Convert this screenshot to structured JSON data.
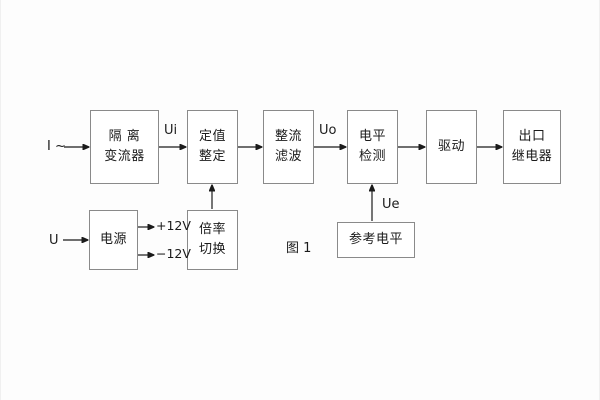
{
  "figure": {
    "caption": "图 1",
    "blocks": [
      {
        "id": "isolation-ct",
        "line1": "隔 离",
        "line2": "变流器"
      },
      {
        "id": "setting-value",
        "line1": "定值",
        "line2": "整定"
      },
      {
        "id": "rectify-filter",
        "line1": "整流",
        "line2": "滤波"
      },
      {
        "id": "level-detect",
        "line1": "电平",
        "line2": "检测"
      },
      {
        "id": "drive",
        "line1": "驱动",
        "line2": ""
      },
      {
        "id": "output-relay",
        "line1": "出口",
        "line2": "继电器"
      },
      {
        "id": "power-supply",
        "line1": "电源",
        "line2": ""
      },
      {
        "id": "multiplier-switch",
        "line1": "倍率",
        "line2": "切换"
      },
      {
        "id": "reference-level",
        "line1": "参考电平",
        "line2": ""
      }
    ],
    "signals": {
      "current_input": "I ~",
      "ui": "Ui",
      "uo": "Uo",
      "voltage_input": "U",
      "plus_12v": "+12V",
      "minus_12v": "−12V",
      "ue": "Ue"
    },
    "colors": {
      "stroke": "#1b1b1b",
      "box_border": "#8a8a8a",
      "background": "#fdfdfd"
    }
  }
}
